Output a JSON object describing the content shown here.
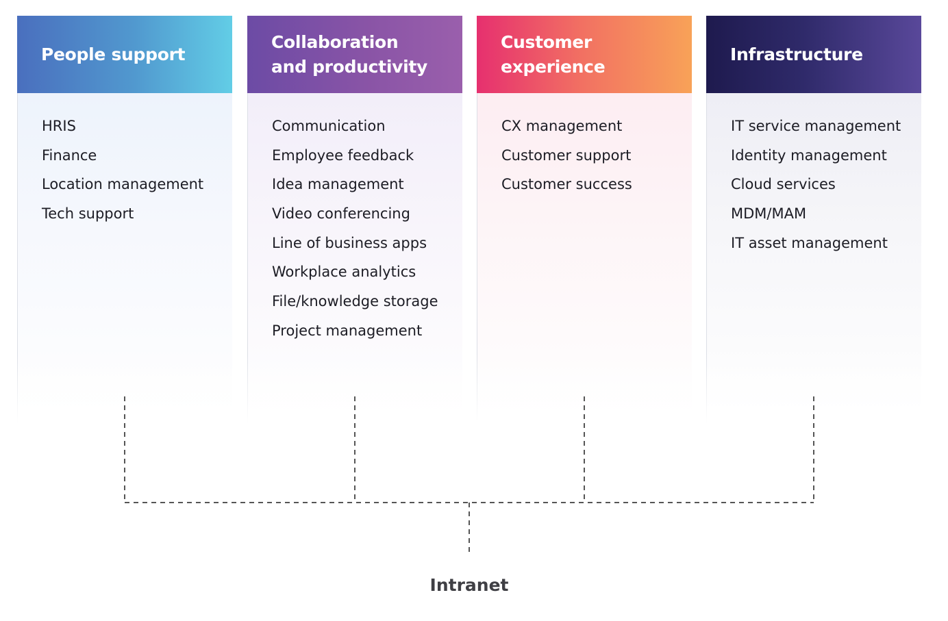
{
  "columns": [
    {
      "title": "People support",
      "items": [
        "HRIS",
        "Finance",
        "Location management",
        "Tech support"
      ]
    },
    {
      "title": "Collaboration\nand productivity",
      "items": [
        "Communication",
        "Employee feedback",
        "Idea management",
        "Video conferencing",
        "Line of business apps",
        "Workplace analytics",
        "File/knowledge storage",
        "Project management"
      ]
    },
    {
      "title": "Customer\nexperience",
      "items": [
        "CX management",
        "Customer support",
        "Customer success"
      ]
    },
    {
      "title": "Infrastructure",
      "items": [
        "IT service management",
        "Identity management",
        "Cloud services",
        "MDM/MAM",
        "IT asset management"
      ]
    }
  ],
  "hub": {
    "label": "Intranet"
  },
  "colors": {
    "people_support": [
      "#4a6fbe",
      "#62cde6"
    ],
    "collaboration": [
      "#6c4ba5",
      "#9a5fac"
    ],
    "customer_experience": [
      "#e6306f",
      "#f8a258"
    ],
    "infrastructure": [
      "#1e1a4e",
      "#59489a"
    ],
    "connector": "#555555",
    "hub_text": "#3f3f44"
  }
}
